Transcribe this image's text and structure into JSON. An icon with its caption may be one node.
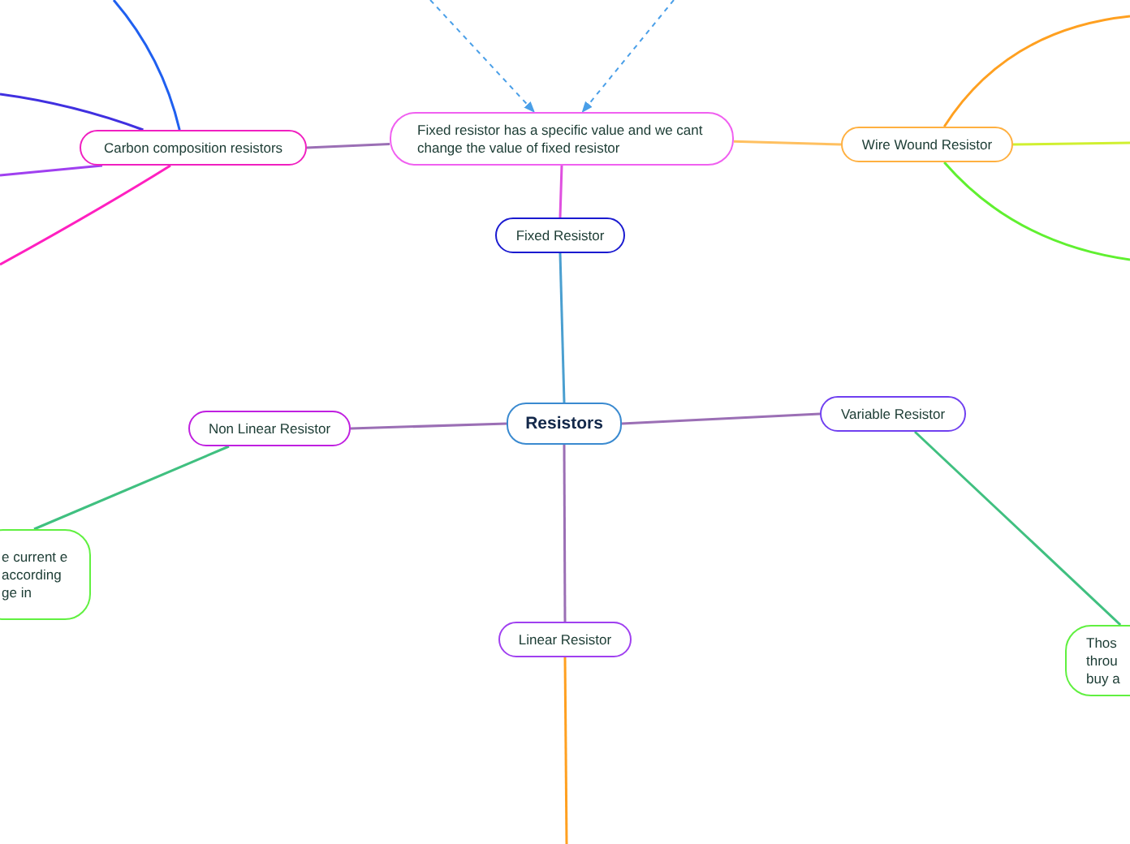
{
  "diagram": {
    "nodes": [
      {
        "text": [
          "Resistors"
        ]
      },
      {
        "text": [
          "Fixed Resistor"
        ]
      },
      {
        "text": [
          "Fixed resistor has a specific value and we cant change the value of fixed resistor"
        ]
      },
      {
        "text": [
          "Carbon composition resistors"
        ]
      },
      {
        "text": [
          "Wire Wound Resistor"
        ]
      },
      {
        "text": [
          "Non Linear Resistor"
        ]
      },
      {
        "text": [
          "e current e according ge in"
        ]
      },
      {
        "text": [
          "Variable Resistor"
        ]
      },
      {
        "text": [
          "Thos throu buy a"
        ]
      },
      {
        "text": [
          "Linear Resistor"
        ]
      }
    ],
    "edges": [
      {
        "from": 0,
        "to": 1,
        "arrow": "none",
        "color": "#4a9fd0"
      },
      {
        "from": 1,
        "to": 2,
        "arrow": "none",
        "color": "#e050e0"
      },
      {
        "from": 2,
        "to": 3,
        "arrow": "none"
      },
      {
        "from": 2,
        "to": 4,
        "arrow": "none",
        "color": "#ffc060"
      },
      {
        "from": 0,
        "to": 5,
        "arrow": "none"
      },
      {
        "from": 5,
        "to": 6,
        "arrow": "none",
        "color": "#40c080"
      },
      {
        "from": 0,
        "to": 7,
        "arrow": "none"
      },
      {
        "from": 7,
        "to": 8,
        "arrow": "none",
        "color": "#40c080"
      },
      {
        "from": 0,
        "to": 9,
        "arrow": "none"
      },
      {
        "from": 9,
        "to": null,
        "arrow": "none",
        "color": "#ffa020"
      },
      {
        "from": 3,
        "to": null,
        "arrow": "none",
        "color": "#2060f0"
      },
      {
        "from": 3,
        "to": null,
        "arrow": "none",
        "color": "#4030e0"
      },
      {
        "from": 3,
        "to": null,
        "arrow": "none",
        "color": "#a040f0"
      },
      {
        "from": 3,
        "to": null,
        "arrow": "none",
        "color": "#ff20c0"
      },
      {
        "from": 4,
        "to": null,
        "arrow": "none",
        "color": "#ffa020"
      },
      {
        "from": 4,
        "to": null,
        "arrow": "none",
        "color": "#d0f030"
      },
      {
        "from": 4,
        "to": null,
        "arrow": "none",
        "color": "#60f030"
      },
      {
        "from": null,
        "to": 2,
        "arrow": "to",
        "style": "dashed",
        "color": "#4a9fe8"
      },
      {
        "from": null,
        "to": 2,
        "arrow": "to",
        "style": "dashed",
        "color": "#4a9fe8"
      }
    ]
  }
}
